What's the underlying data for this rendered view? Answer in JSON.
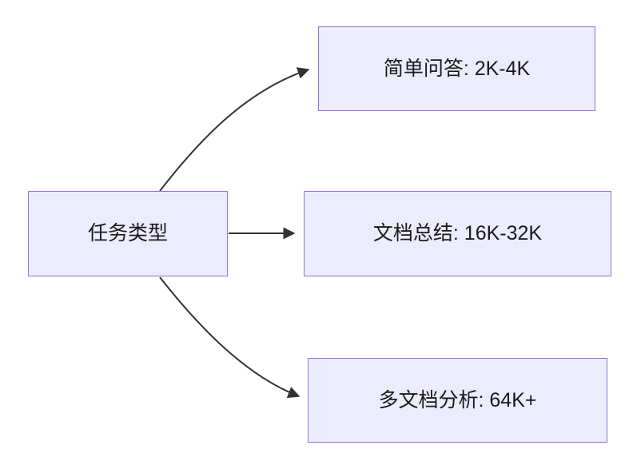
{
  "figure": {
    "type": "flowchart",
    "direction": "left-to-right"
  },
  "root_node": {
    "label": "任务类型"
  },
  "branches": [
    {
      "label": "简单问答: 2K-4K"
    },
    {
      "label": "文档总结: 16K-32K"
    },
    {
      "label": "多文档分析: 64K+"
    }
  ],
  "colors": {
    "node_fill": "#ECECFF",
    "node_border": "#9370DB",
    "arrow": "#333333",
    "text": "#1a1a1a",
    "background": "#ffffff"
  }
}
